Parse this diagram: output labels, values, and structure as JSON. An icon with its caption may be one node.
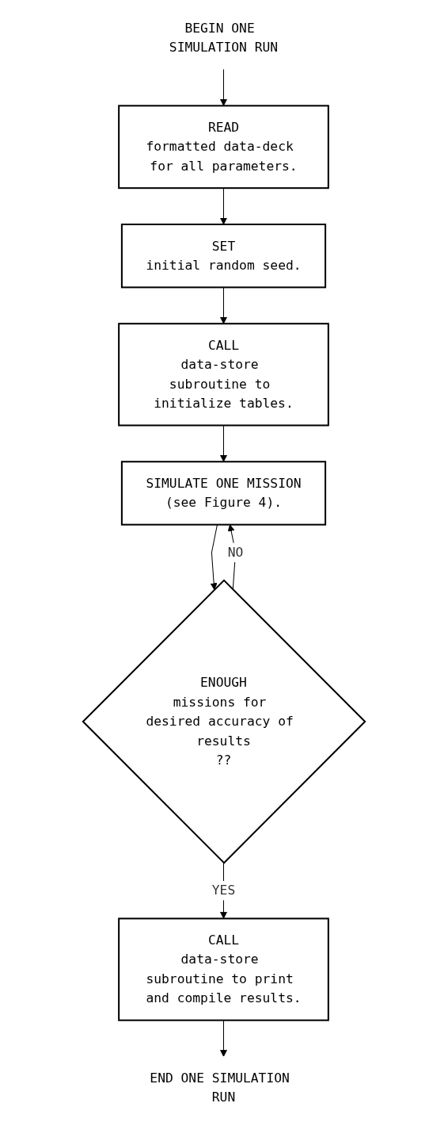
{
  "diagram": {
    "nodes": [
      {
        "text": [
          "BEGIN ONE SIMULATION RUN"
        ]
      },
      {
        "text": [
          "READ",
          "formatted data-deck for all parameters."
        ]
      },
      {
        "text": [
          "SET",
          "initial random seed."
        ]
      },
      {
        "text": [
          "CALL",
          "data-store subroutine to initialize tables."
        ]
      },
      {
        "text": [
          "SIMULATE ONE MISSION",
          "(see Figure 4)."
        ]
      },
      {
        "text": [
          "ENOUGH",
          "missions for desired accuracy of results",
          "??"
        ]
      },
      {
        "text": [
          "CALL",
          "data-store subroutine to print and compile results."
        ]
      },
      {
        "text": [
          "END ONE SIMULATION RUN"
        ]
      }
    ],
    "edges": [
      {
        "from": 0,
        "to": 1,
        "arrow": "to"
      },
      {
        "from": 1,
        "to": 2,
        "arrow": "to"
      },
      {
        "from": 2,
        "to": 3,
        "arrow": "to"
      },
      {
        "from": 3,
        "to": 4,
        "arrow": "to"
      },
      {
        "from": 4,
        "to": 5,
        "arrow": "to"
      },
      {
        "from": 5,
        "to": 4,
        "arrow": "to",
        "label": "NO"
      },
      {
        "from": 5,
        "to": 6,
        "arrow": "to",
        "label": "YES"
      },
      {
        "from": 6,
        "to": 7,
        "arrow": "to"
      }
    ]
  }
}
